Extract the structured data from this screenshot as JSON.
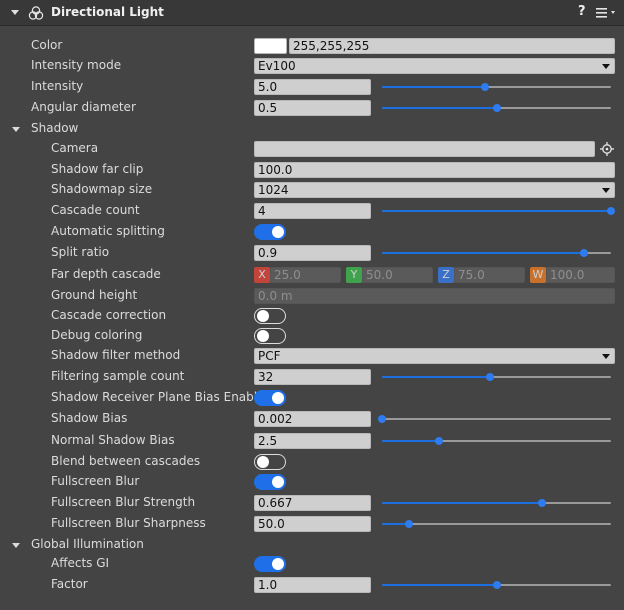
{
  "header": {
    "title": "Directional Light",
    "help": "?",
    "menu_icon": "hamburger-menu-icon",
    "component_icon": "light-component-icon"
  },
  "colors": {
    "panel_bg": "#444444",
    "header_bg": "#383838",
    "accent": "#1f70e8",
    "field_bg": "#cfcfcf",
    "x_tag": "#d9453a",
    "y_tag": "#3fb34f",
    "z_tag": "#3a78e0",
    "w_tag": "#e07a2a"
  },
  "props": {
    "color": {
      "label": "Color",
      "value": "255,255,255"
    },
    "intensity_mode": {
      "label": "Intensity mode",
      "value": "Ev100"
    },
    "intensity": {
      "label": "Intensity",
      "value": "5.0",
      "slider": 0.45
    },
    "angular_diameter": {
      "label": "Angular diameter",
      "value": "0.5",
      "slider": 0.5
    }
  },
  "shadow": {
    "section_label": "Shadow",
    "camera": {
      "label": "Camera",
      "value": ""
    },
    "far_clip": {
      "label": "Shadow far clip",
      "value": "100.0"
    },
    "map_size": {
      "label": "Shadowmap size",
      "value": "1024"
    },
    "cascade_count": {
      "label": "Cascade count",
      "value": "4",
      "slider": 1.0
    },
    "auto_split": {
      "label": "Automatic splitting",
      "on": true
    },
    "split_ratio": {
      "label": "Split ratio",
      "value": "0.9",
      "slider": 0.88
    },
    "far_depth": {
      "label": "Far depth cascade",
      "x_tag": "X",
      "x": "25.0",
      "y_tag": "Y",
      "y": "50.0",
      "z_tag": "Z",
      "z": "75.0",
      "w_tag": "W",
      "w": "100.0"
    },
    "ground_height": {
      "label": "Ground height",
      "value": "0.0 m"
    },
    "cascade_correction": {
      "label": "Cascade correction",
      "on": false
    },
    "debug_coloring": {
      "label": "Debug coloring",
      "on": false
    },
    "filter_method": {
      "label": "Shadow filter method",
      "value": "PCF"
    },
    "filter_samples": {
      "label": "Filtering sample count",
      "value": "32",
      "slider": 0.47
    },
    "receiver_bias": {
      "label": "Shadow Receiver Plane Bias Enable",
      "on": true
    },
    "bias": {
      "label": "Shadow Bias",
      "value": "0.002",
      "slider": 0.0
    },
    "normal_bias": {
      "label": "Normal Shadow Bias",
      "value": "2.5",
      "slider": 0.25
    },
    "blend": {
      "label": "Blend between cascades",
      "on": false
    },
    "fs_blur": {
      "label": "Fullscreen Blur",
      "on": true
    },
    "fs_blur_strength": {
      "label": "Fullscreen Blur Strength",
      "value": "0.667",
      "slider": 0.7
    },
    "fs_blur_sharpness": {
      "label": "Fullscreen Blur Sharpness",
      "value": "50.0",
      "slider": 0.12
    }
  },
  "gi": {
    "section_label": "Global Illumination",
    "affects_gi": {
      "label": "Affects GI",
      "on": true
    },
    "factor": {
      "label": "Factor",
      "value": "1.0",
      "slider": 0.5
    }
  }
}
